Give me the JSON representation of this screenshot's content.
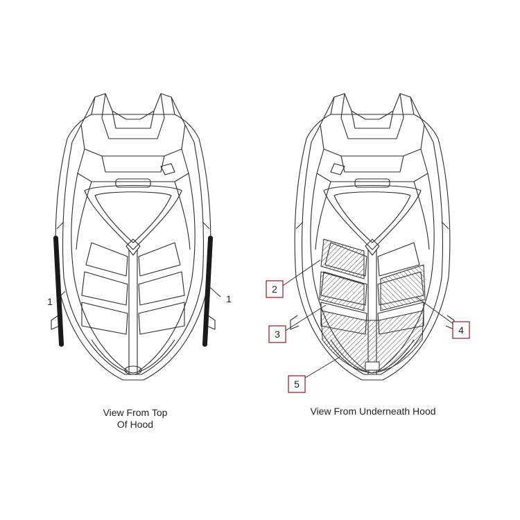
{
  "views": [
    {
      "caption_lines": [
        "View From Top",
        "Of Hood"
      ],
      "callouts": [
        "1",
        "1"
      ]
    },
    {
      "caption_lines": [
        "View From Underneath Hood"
      ],
      "callouts": [
        "2",
        "3",
        "4",
        "5"
      ]
    }
  ],
  "colors": {
    "line": "#2a2a2a",
    "hatch": "#555555",
    "callout_box": "#8b1a1a"
  }
}
